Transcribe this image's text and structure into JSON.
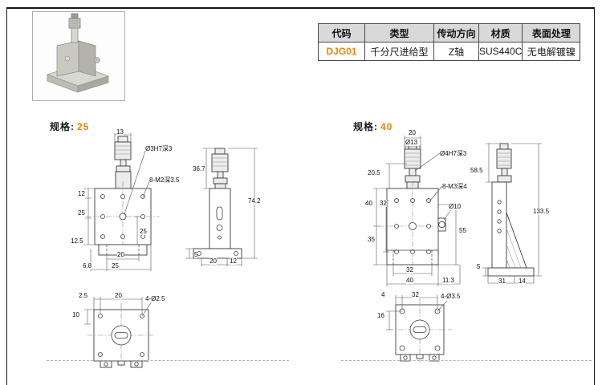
{
  "colors": {
    "accent": "#f08300",
    "table_header_bg": "#d9d9d9"
  },
  "table": {
    "headers": [
      "代码",
      "类型",
      "传动方向",
      "材质",
      "表面处理"
    ],
    "row": {
      "code": "DJG01",
      "type": "千分尺进给型",
      "direction": "Z轴",
      "material": "SUS440C",
      "surface": "无电解镀镍"
    }
  },
  "spec25": {
    "label": "规格:",
    "size": "25",
    "dims": {
      "mic_width": "13",
      "center_hole": "Ø3H7深3",
      "tap_holes": "8-M2深3.5",
      "left_top": "12",
      "left_mid": "25",
      "left_bottom": "12.5",
      "inner_right": "25",
      "base_width": "20",
      "bottom_offset": "6.8",
      "bottom_width": "25",
      "side_mic_height": "36.7",
      "side_total_height": "74.2",
      "side_foot": "5",
      "side_depth1": "20",
      "side_depth2": "12",
      "bv_offset": "2.5",
      "bv_pitch": "20",
      "bv_left": "10",
      "bv_holes": "4-Ø2.5"
    }
  },
  "spec40": {
    "label": "规格:",
    "size": "40",
    "dims": {
      "mic_width": "20",
      "mic_dia": "Ø13",
      "center_hole": "Ø4H7深3",
      "tap_holes": "8-M3深4",
      "left_top": "20.5",
      "left_outer": "40",
      "left_inner": "32",
      "left_bottom": "35",
      "side_hole": "Ø10",
      "right_height": "55",
      "bottom_inner": "32",
      "bottom_outer": "40",
      "bottom_right": "11.3",
      "side_mic_height": "58.5",
      "side_total_height": "133.5",
      "side_foot": "5",
      "side_depth1": "31",
      "side_depth2": "14",
      "bv_offset": "4",
      "bv_pitch": "32",
      "bv_holes": "4-Ø3.5",
      "bv_left": "16"
    }
  }
}
